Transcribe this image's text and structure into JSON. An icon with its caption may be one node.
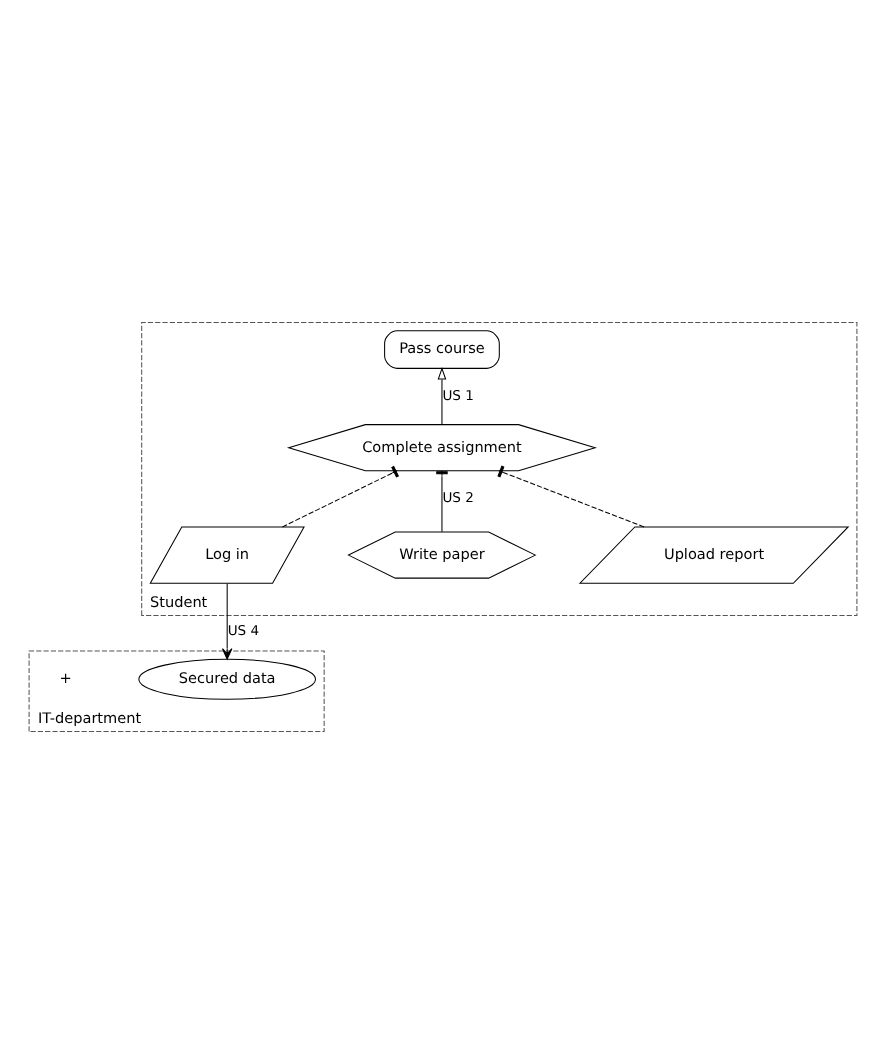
{
  "diagram": {
    "nodes": [
      {
        "text": [
          "Student"
        ]
      },
      {
        "text": [
          "Pass course"
        ],
        "in": 0
      },
      {
        "text": [
          "Complete assignment"
        ],
        "in": 0
      },
      {
        "text": [
          "Upload report"
        ],
        "in": 0
      },
      {
        "text": [
          "Write paper"
        ],
        "in": 0
      },
      {
        "text": [
          "Log in"
        ],
        "in": 0
      },
      {
        "text": [
          "IT-department"
        ]
      },
      {
        "text": [
          "Secured data"
        ],
        "in": 6
      }
    ],
    "edges": [
      {
        "from": 2,
        "to": 1,
        "arrow": "to",
        "label": "US 1"
      },
      {
        "from": 3,
        "to": 2,
        "arrow": "other",
        "style": "dashed"
      },
      {
        "from": 5,
        "to": 2,
        "arrow": "other",
        "style": "dashed"
      },
      {
        "from": 4,
        "to": 2,
        "arrow": "other",
        "label": "US 2"
      },
      {
        "from": 5,
        "to": 7,
        "arrow": "to",
        "label": "US 4"
      }
    ],
    "labels": [
      "+"
    ]
  }
}
